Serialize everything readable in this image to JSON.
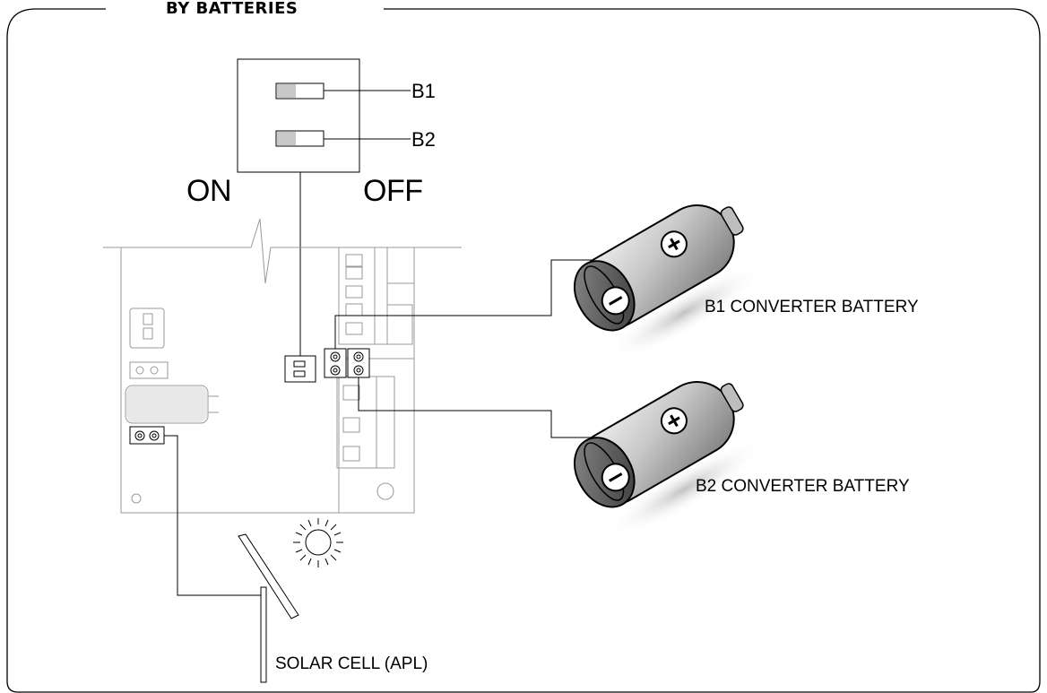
{
  "frame": {
    "title": "BY BATTERIES"
  },
  "dip_switch": {
    "switch_labels": [
      "B1",
      "B2"
    ],
    "on_label": "ON",
    "off_label": "OFF"
  },
  "batteries": [
    {
      "label": "B1 CONVERTER BATTERY"
    },
    {
      "label": "B2 CONVERTER BATTERY"
    }
  ],
  "solar": {
    "label": "SOLAR CELL (APL)"
  },
  "icons": [
    "battery-icon",
    "sun-icon",
    "solar-panel-icon",
    "dip-switch-icon",
    "terminal-block-icon"
  ]
}
